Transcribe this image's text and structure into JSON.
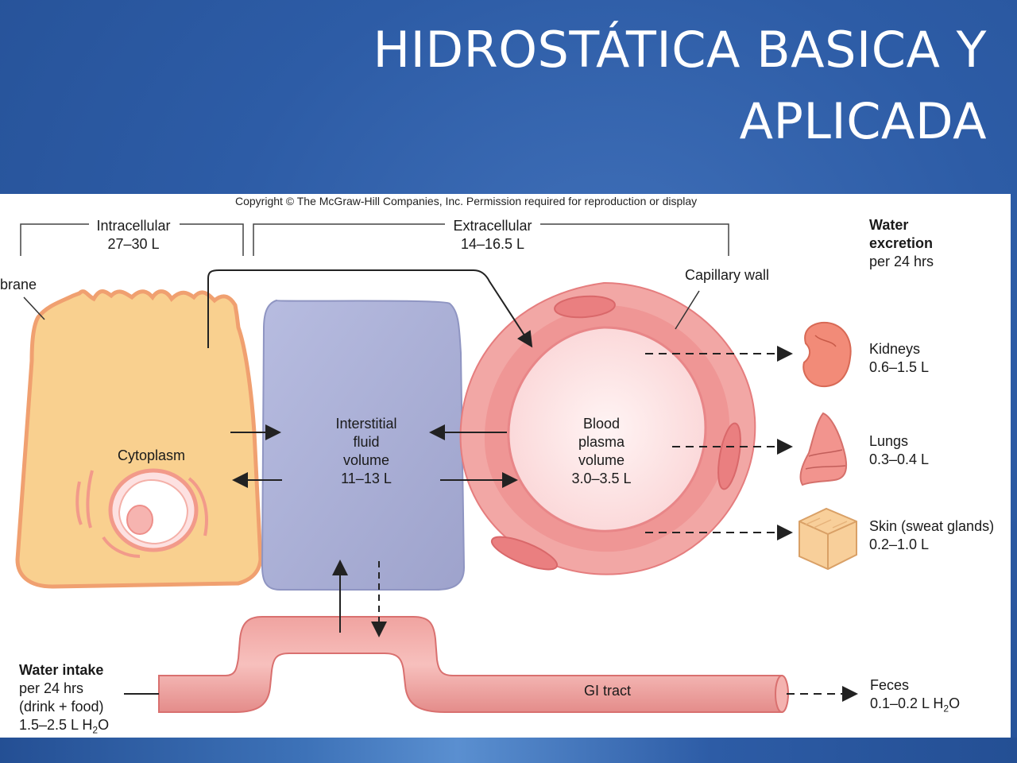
{
  "title": {
    "line1": "HIDROSTÁTICA BASICA Y",
    "line2": "APLICADA"
  },
  "copyright": "Copyright © The McGraw-Hill Companies, Inc. Permission required for reproduction or display",
  "intracellular": {
    "label": "Intracellular",
    "value": "27–30 L"
  },
  "extracellular": {
    "label": "Extracellular",
    "value": "14–16.5 L"
  },
  "membrane": "brane",
  "capillary_wall": "Capillary wall",
  "cytoplasm": "Cytoplasm",
  "interstitial": {
    "l1": "Interstitial",
    "l2": "fluid",
    "l3": "volume",
    "l4": "11–13 L"
  },
  "plasma": {
    "l1": "Blood",
    "l2": "plasma",
    "l3": "volume",
    "l4": "3.0–3.5 L"
  },
  "excretion": {
    "l1": "Water",
    "l2": "excretion",
    "l3": "per 24 hrs"
  },
  "kidneys": {
    "name": "Kidneys",
    "value": "0.6–1.5 L"
  },
  "lungs": {
    "name": "Lungs",
    "value": "0.3–0.4 L"
  },
  "skin": {
    "name": "Skin (sweat glands)",
    "value": "0.2–1.0 L"
  },
  "intake": {
    "l1": "Water intake",
    "l2": "per 24 hrs",
    "l3": "(drink + food)",
    "l4a": "1.5–2.5 L H",
    "l4sub": "2",
    "l4b": "O"
  },
  "gi": "GI tract",
  "feces": {
    "name": "Feces",
    "va": "0.1–0.2 L H",
    "vsub": "2",
    "vb": "O"
  },
  "colors": {
    "slide_bg": "#2d5ca6",
    "cell_fill": "#f9d08f",
    "cell_stroke": "#f0a070",
    "interstitial_fill": "#a9aed4",
    "vessel_fill": "#f2a7a5",
    "plasma_fill": "#fde6e6"
  }
}
